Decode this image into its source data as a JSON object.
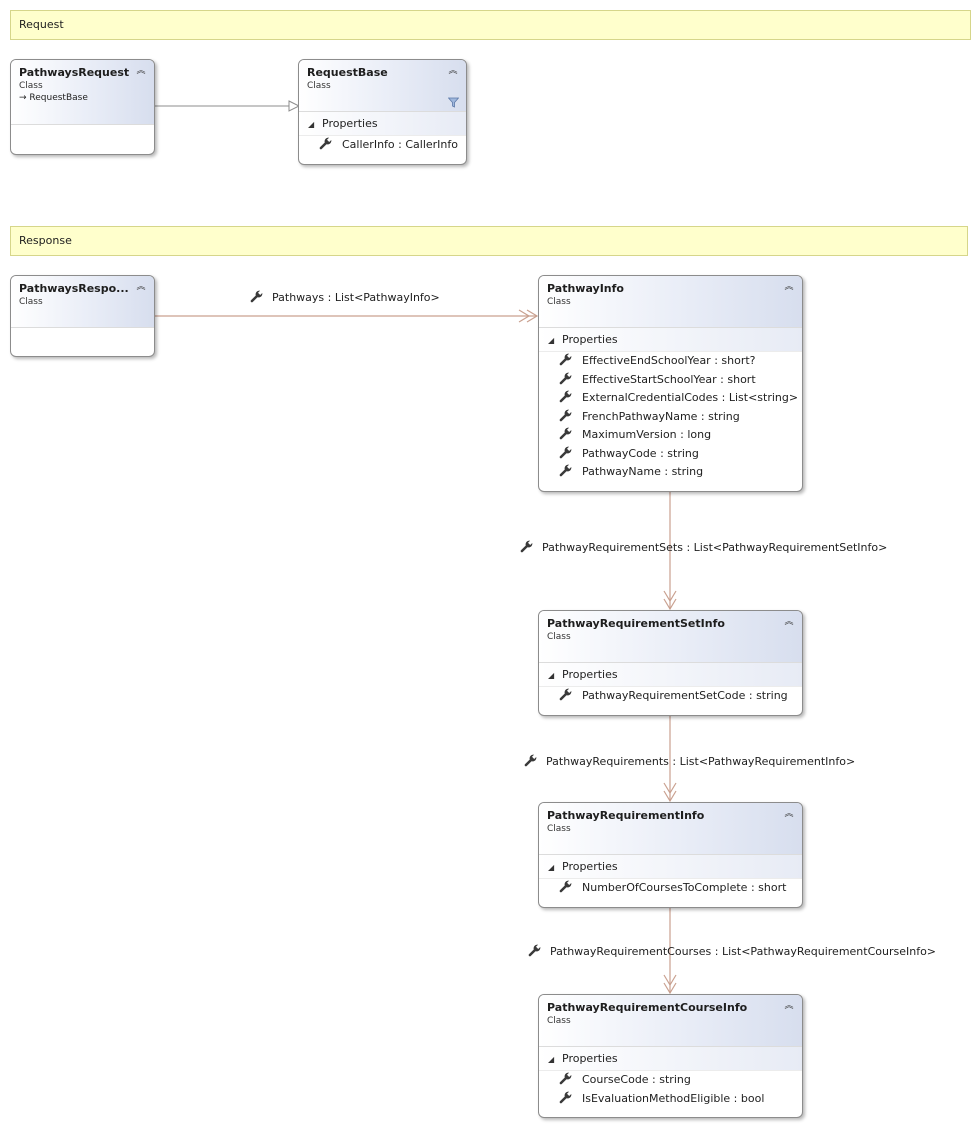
{
  "comments": {
    "request": "Request",
    "response": "Response"
  },
  "classes": {
    "pathways_request": {
      "name": "PathwaysRequest",
      "kind": "Class",
      "base": "RequestBase"
    },
    "request_base": {
      "name": "RequestBase",
      "kind": "Class",
      "section": "Properties",
      "properties": [
        "CallerInfo : CallerInfo"
      ]
    },
    "pathways_response": {
      "name": "PathwaysRespo...",
      "kind": "Class"
    },
    "pathway_info": {
      "name": "PathwayInfo",
      "kind": "Class",
      "section": "Properties",
      "properties": [
        "EffectiveEndSchoolYear : short?",
        "EffectiveStartSchoolYear : short",
        "ExternalCredentialCodes : List<string>",
        "FrenchPathwayName : string",
        "MaximumVersion : long",
        "PathwayCode : string",
        "PathwayName : string"
      ]
    },
    "requirement_set_info": {
      "name": "PathwayRequirementSetInfo",
      "kind": "Class",
      "section": "Properties",
      "properties": [
        "PathwayRequirementSetCode : string"
      ]
    },
    "requirement_info": {
      "name": "PathwayRequirementInfo",
      "kind": "Class",
      "section": "Properties",
      "properties": [
        "NumberOfCoursesToComplete : short"
      ]
    },
    "requirement_course_info": {
      "name": "PathwayRequirementCourseInfo",
      "kind": "Class",
      "section": "Properties",
      "properties": [
        "CourseCode : string",
        "IsEvaluationMethodEligible : bool"
      ]
    }
  },
  "associations": {
    "pathways": "Pathways : List<PathwayInfo>",
    "requirement_sets": "PathwayRequirementSets : List<PathwayRequirementSetInfo>",
    "requirements": "PathwayRequirements : List<PathwayRequirementInfo>",
    "requirement_courses": "PathwayRequirementCourses : List<PathwayRequirementCourseInfo>"
  },
  "colors": {
    "association": "#c9a08f",
    "inheritance": "#8c8c8c",
    "comment_fill": "#ffffcc"
  },
  "icons": {
    "property": "wrench-icon",
    "collapse": "double-chevron-up-icon",
    "filter": "filter-icon",
    "section": "triangle-down-icon"
  }
}
